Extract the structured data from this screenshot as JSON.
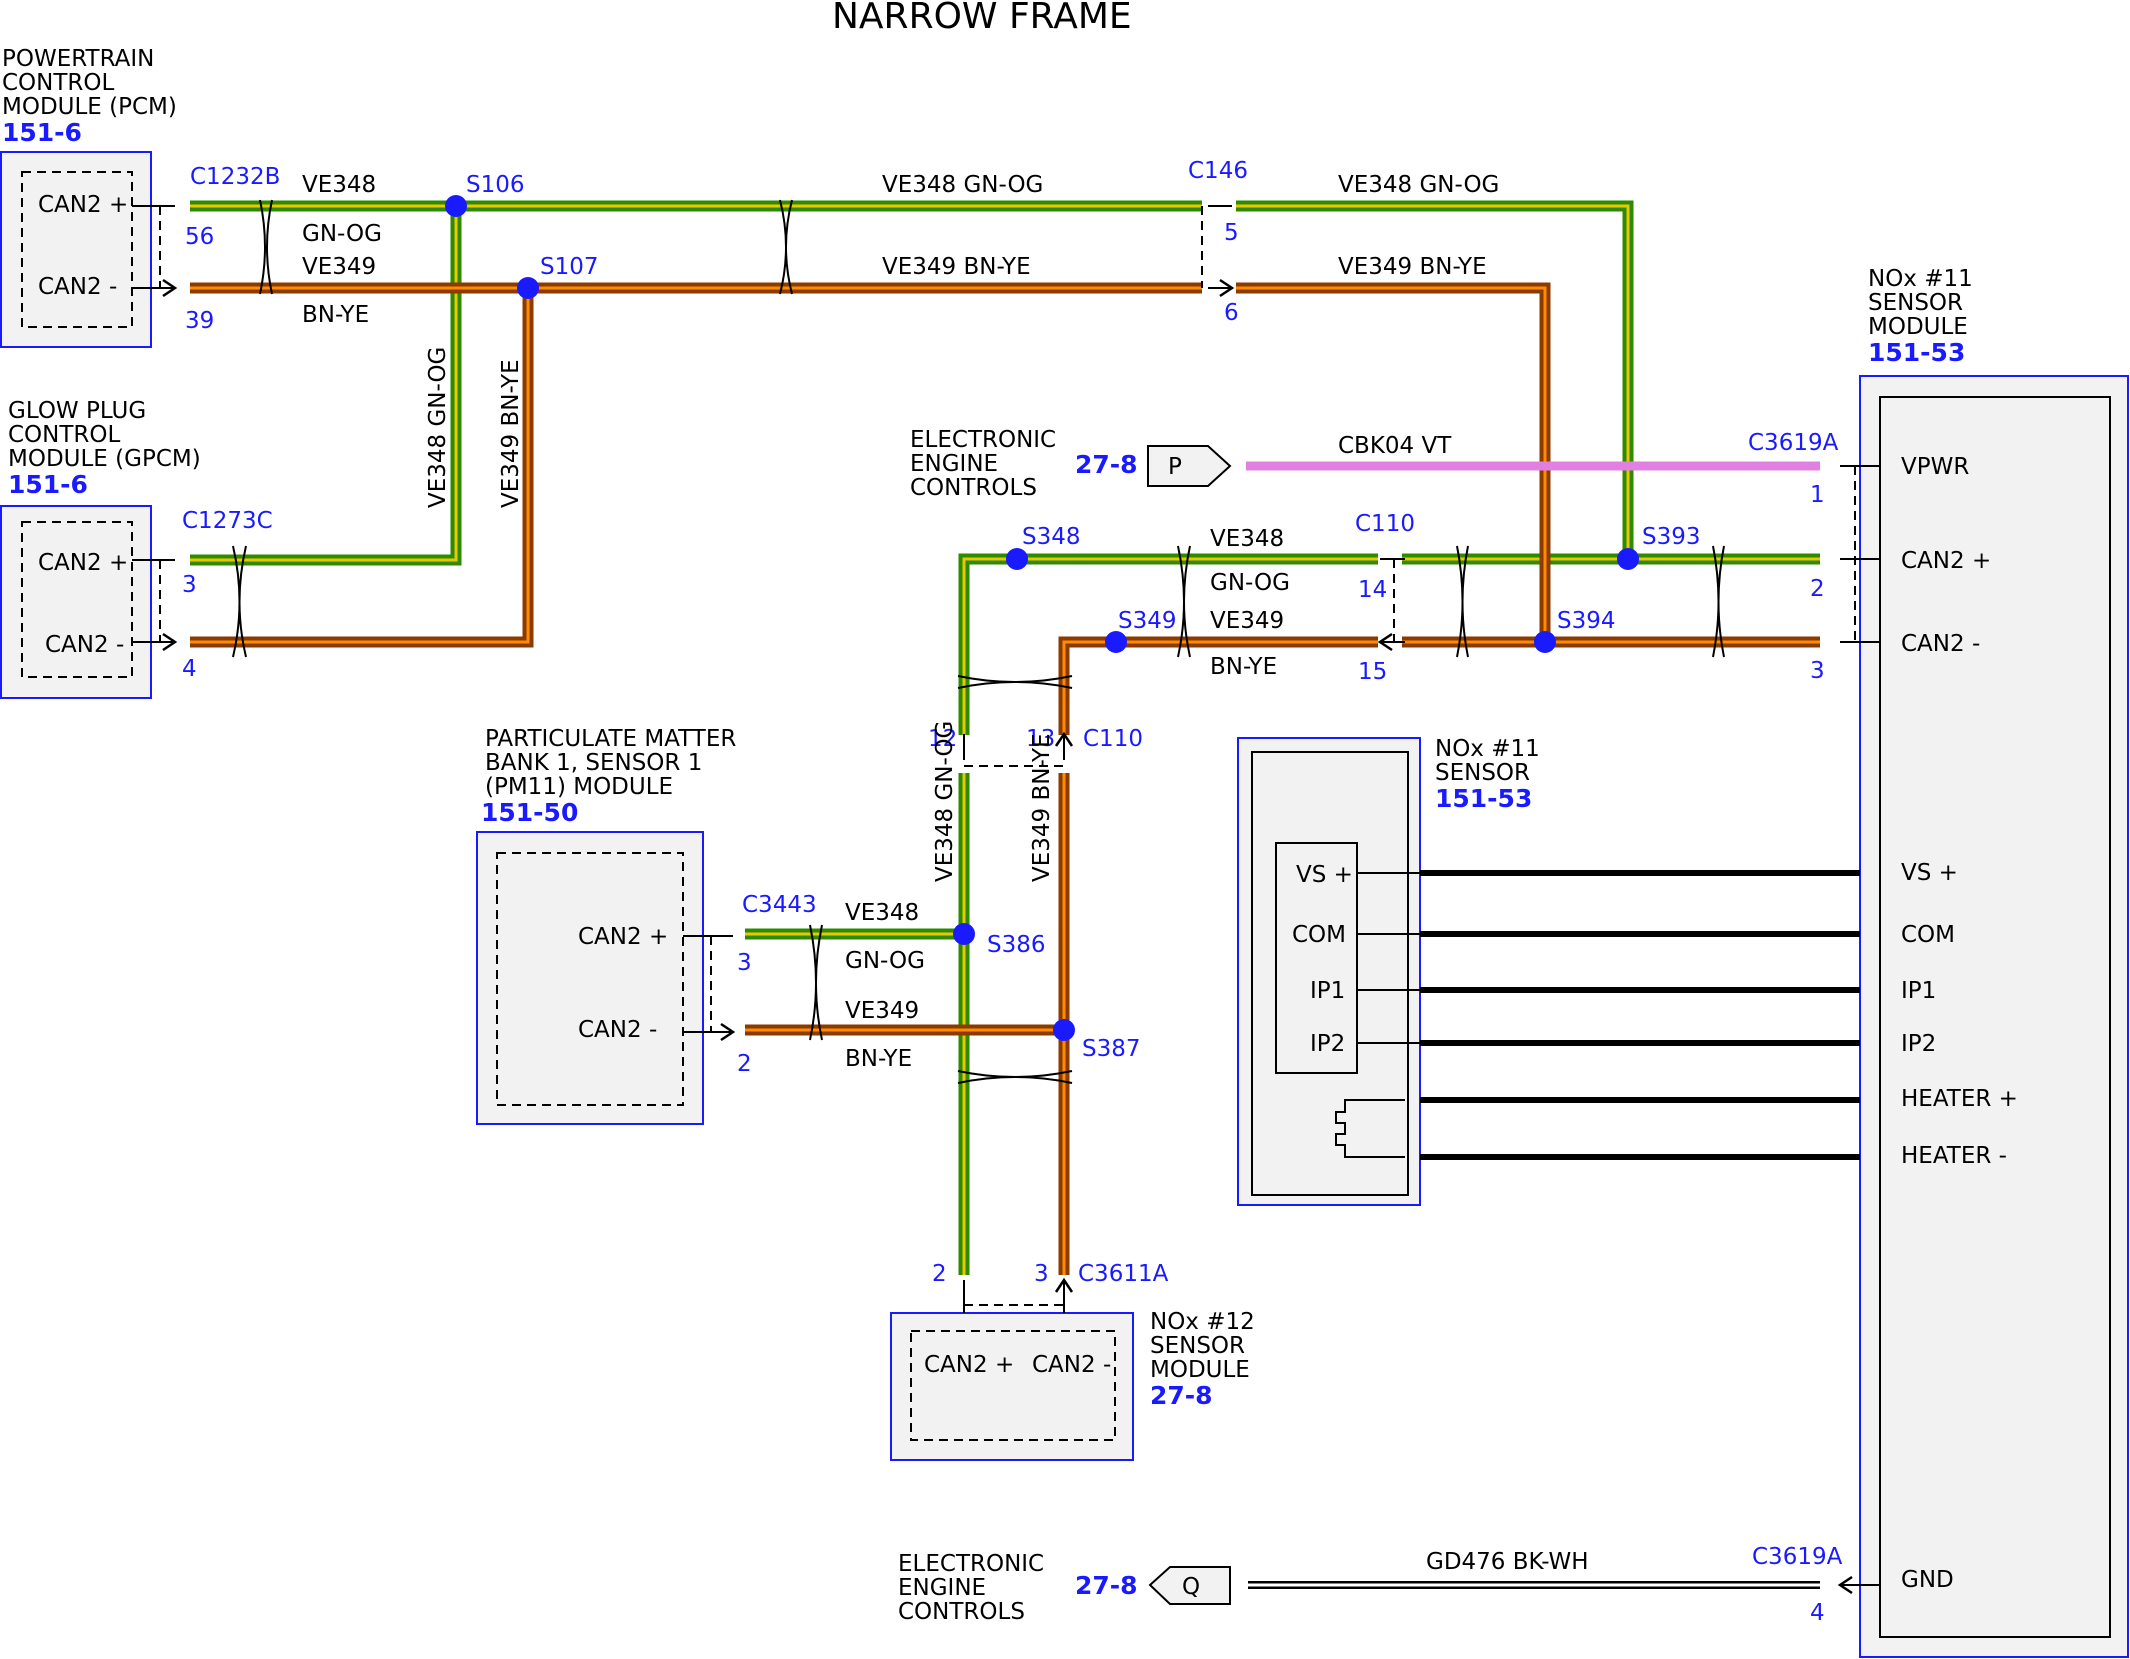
{
  "title": "NARROW FRAME",
  "modules": {
    "pcm": {
      "lines": [
        "POWERTRAIN",
        "CONTROL",
        "MODULE (PCM)"
      ],
      "ref": "151-6",
      "pins": [
        "CAN2 +",
        "CAN2 -"
      ]
    },
    "gpcm": {
      "lines": [
        "GLOW PLUG",
        "CONTROL",
        "MODULE (GPCM)"
      ],
      "ref": "151-6",
      "pins": [
        "CAN2 +",
        "CAN2 -"
      ]
    },
    "pm11": {
      "lines": [
        "PARTICULATE MATTER",
        "BANK 1, SENSOR 1",
        "(PM11) MODULE"
      ],
      "ref": "151-50",
      "pins": [
        "CAN2 +",
        "CAN2 -"
      ]
    },
    "nox11_module": {
      "lines": [
        "NOx #11",
        "SENSOR",
        "MODULE"
      ],
      "ref": "151-53",
      "pins": [
        "VPWR",
        "CAN2 +",
        "CAN2 -",
        "VS +",
        "COM",
        "IP1",
        "IP2",
        "HEATER +",
        "HEATER -",
        "GND"
      ]
    },
    "nox11_sensor": {
      "lines": [
        "NOx #11",
        "SENSOR"
      ],
      "ref": "151-53",
      "pins": [
        "VS +",
        "COM",
        "IP1",
        "IP2"
      ]
    },
    "nox12": {
      "lines": [
        "NOx #12",
        "SENSOR",
        "MODULE"
      ],
      "ref": "27-8",
      "pins": [
        "CAN2 +",
        "CAN2 -"
      ]
    },
    "eec_top": {
      "lines": [
        "ELECTRONIC",
        "ENGINE",
        "CONTROLS"
      ],
      "ref": "27-8",
      "tag": "P"
    },
    "eec_bottom": {
      "lines": [
        "ELECTRONIC",
        "ENGINE",
        "CONTROLS"
      ],
      "ref": "27-8",
      "tag": "Q"
    }
  },
  "connectors": {
    "c1232b": {
      "name": "C1232B",
      "pins": [
        "56",
        "39"
      ]
    },
    "c1273c": {
      "name": "C1273C",
      "pins": [
        "3",
        "4"
      ]
    },
    "c146": {
      "name": "C146",
      "pins": [
        "5",
        "6"
      ]
    },
    "c3619a_top": {
      "name": "C3619A",
      "pins": [
        "1",
        "2",
        "3"
      ]
    },
    "c110_h": {
      "name": "C110",
      "pins": [
        "14",
        "15"
      ]
    },
    "c110_v": {
      "name": "C110",
      "pins": [
        "12",
        "13"
      ]
    },
    "c3443": {
      "name": "C3443",
      "pins": [
        "3",
        "2"
      ]
    },
    "c3611a": {
      "name": "C3611A",
      "pins": [
        "2",
        "3"
      ]
    },
    "c3619a_bottom": {
      "name": "C3619A",
      "pins": [
        "4"
      ]
    }
  },
  "splices": [
    "S106",
    "S107",
    "S348",
    "S349",
    "S393",
    "S394",
    "S386",
    "S387"
  ],
  "wires": {
    "ve348": "VE348",
    "ve349": "VE349",
    "gn_og": "GN-OG",
    "bn_ye": "BN-YE",
    "ve348_gn_og": "VE348   GN-OG",
    "ve349_bn_ye": "VE349   BN-YE",
    "cbk04": "CBK04   VT",
    "gd476": "GD476  BK-WH"
  },
  "colors": {
    "green": "#2e8b00",
    "orange": "#ff8c00",
    "brown": "#8b3a00",
    "yellow": "#e8c800",
    "violet": "#e080e0",
    "blue": "#1a1aff"
  }
}
